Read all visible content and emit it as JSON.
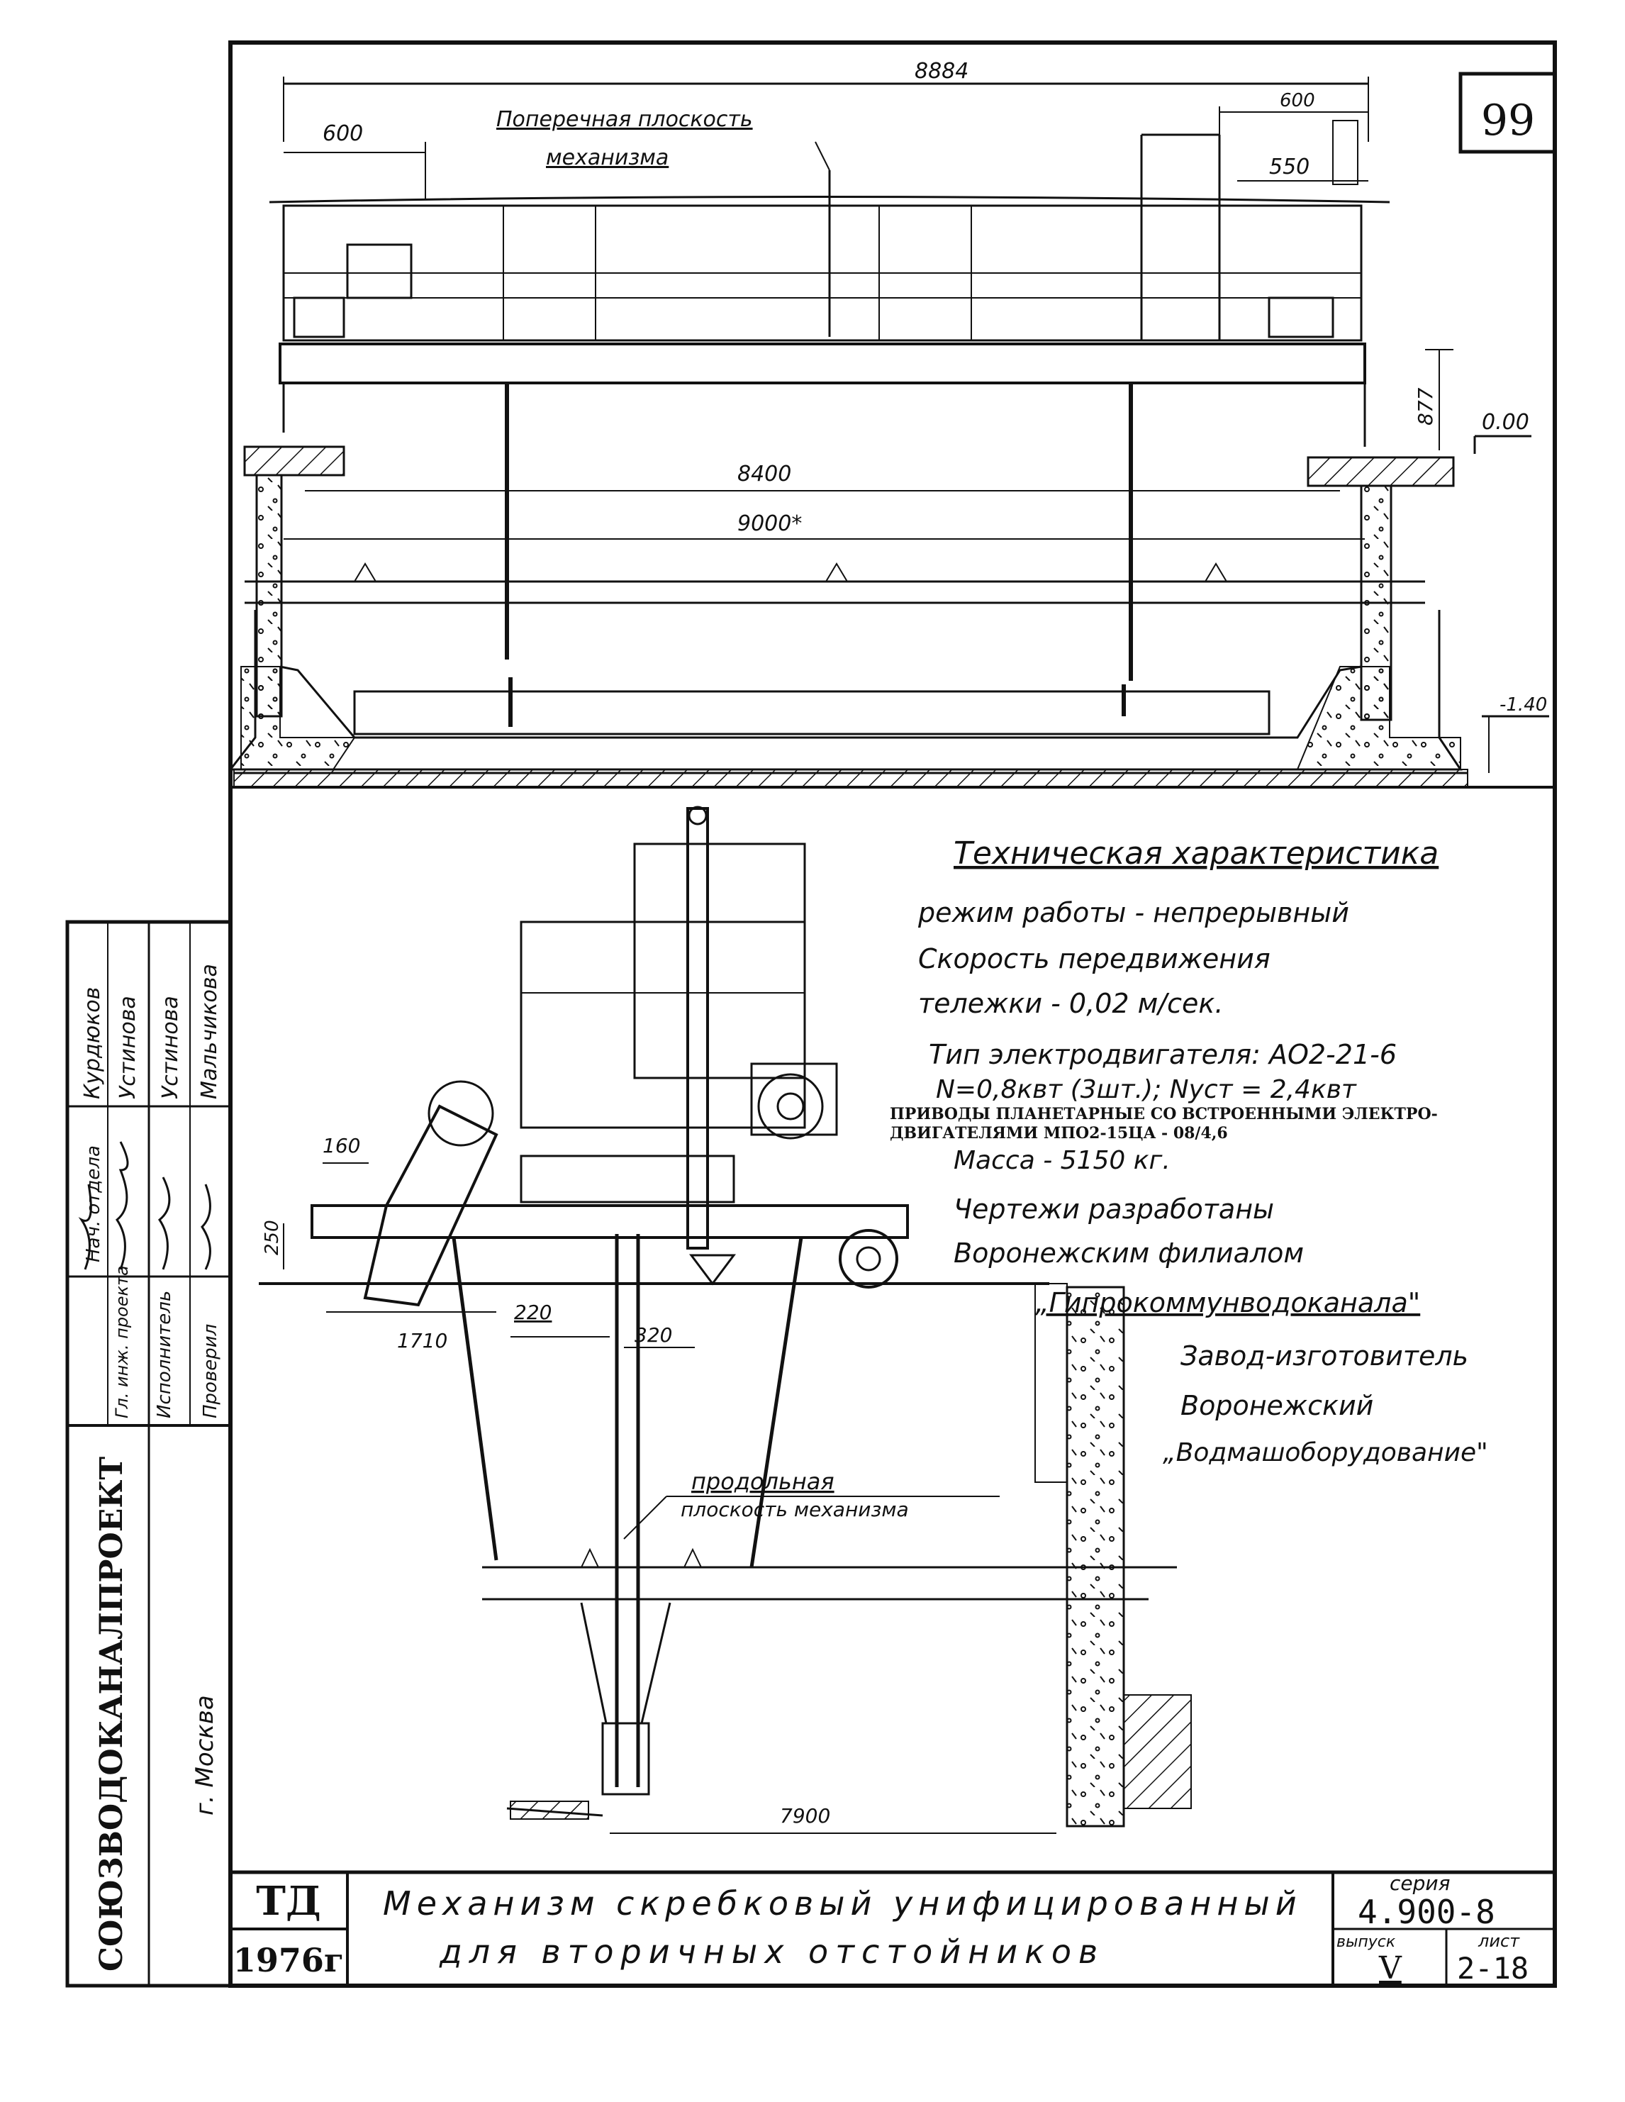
{
  "sheet": {
    "page_number": "99",
    "title_line1": "Механизм скребковый унифицированный",
    "title_line2": "для вторичных отстойников",
    "td_label": "ТД",
    "year": "1976г",
    "series_label": "серия",
    "series_value": "4.900-8",
    "issue_label": "выпуск",
    "issue_value": "V",
    "sheet_label": "лист",
    "sheet_value": "2-18",
    "organization": "СОЮЗВОДОКАНАЛПРОЕКТ",
    "city": "г. Москва"
  },
  "stamp": {
    "roles": [
      "Нач. отдела",
      "Гл. инж. проекта",
      "Исполнитель",
      "Проверил"
    ],
    "names": [
      "Курдюков",
      "Устинова",
      "Устинова",
      "Мальчикова"
    ]
  },
  "top_view": {
    "dim_total": "8884",
    "dim_left": "600",
    "dim_right_top": "600",
    "dim_right_inner": "550",
    "plane_label_line1": "Поперечная плоскость",
    "plane_label_line2": "механизма",
    "dim_span_inner": "8400",
    "dim_span_outer": "9000*",
    "dim_height": "877",
    "level_top": "0.00",
    "level_bottom": "-1.40"
  },
  "side_view": {
    "dim_160": "160",
    "dim_250": "250",
    "dim_220": "220",
    "dim_320": "320",
    "dim_1710": "1710",
    "dim_7900": "7900",
    "plane_label_line1": "продольная",
    "plane_label_line2": "плоскость механизма"
  },
  "specs": {
    "heading": "Техническая характеристика",
    "lines": [
      "режим работы - непрерывный",
      "Скорость передвижения",
      "тележки - 0,02 м/сек.",
      "Тип электродвигателя: АО2-21-6",
      "N=0,8квт (3шт.); Nуст = 2,4квт",
      "ПРИВОДЫ ПЛАНЕТАРНЫЕ СО ВСТРОЕННЫМИ ЭЛЕКТРО-",
      "ДВИГАТЕЛЯМИ МПО2-15ЦА - 08/4,6",
      "Масса - 5150 кг.",
      "Чертежи разработаны",
      "Воронежским филиалом",
      "„Гипрокоммунводоканала\"",
      "Завод-изготовитель",
      "Воронежский",
      "„Водмашоборудование\""
    ]
  }
}
